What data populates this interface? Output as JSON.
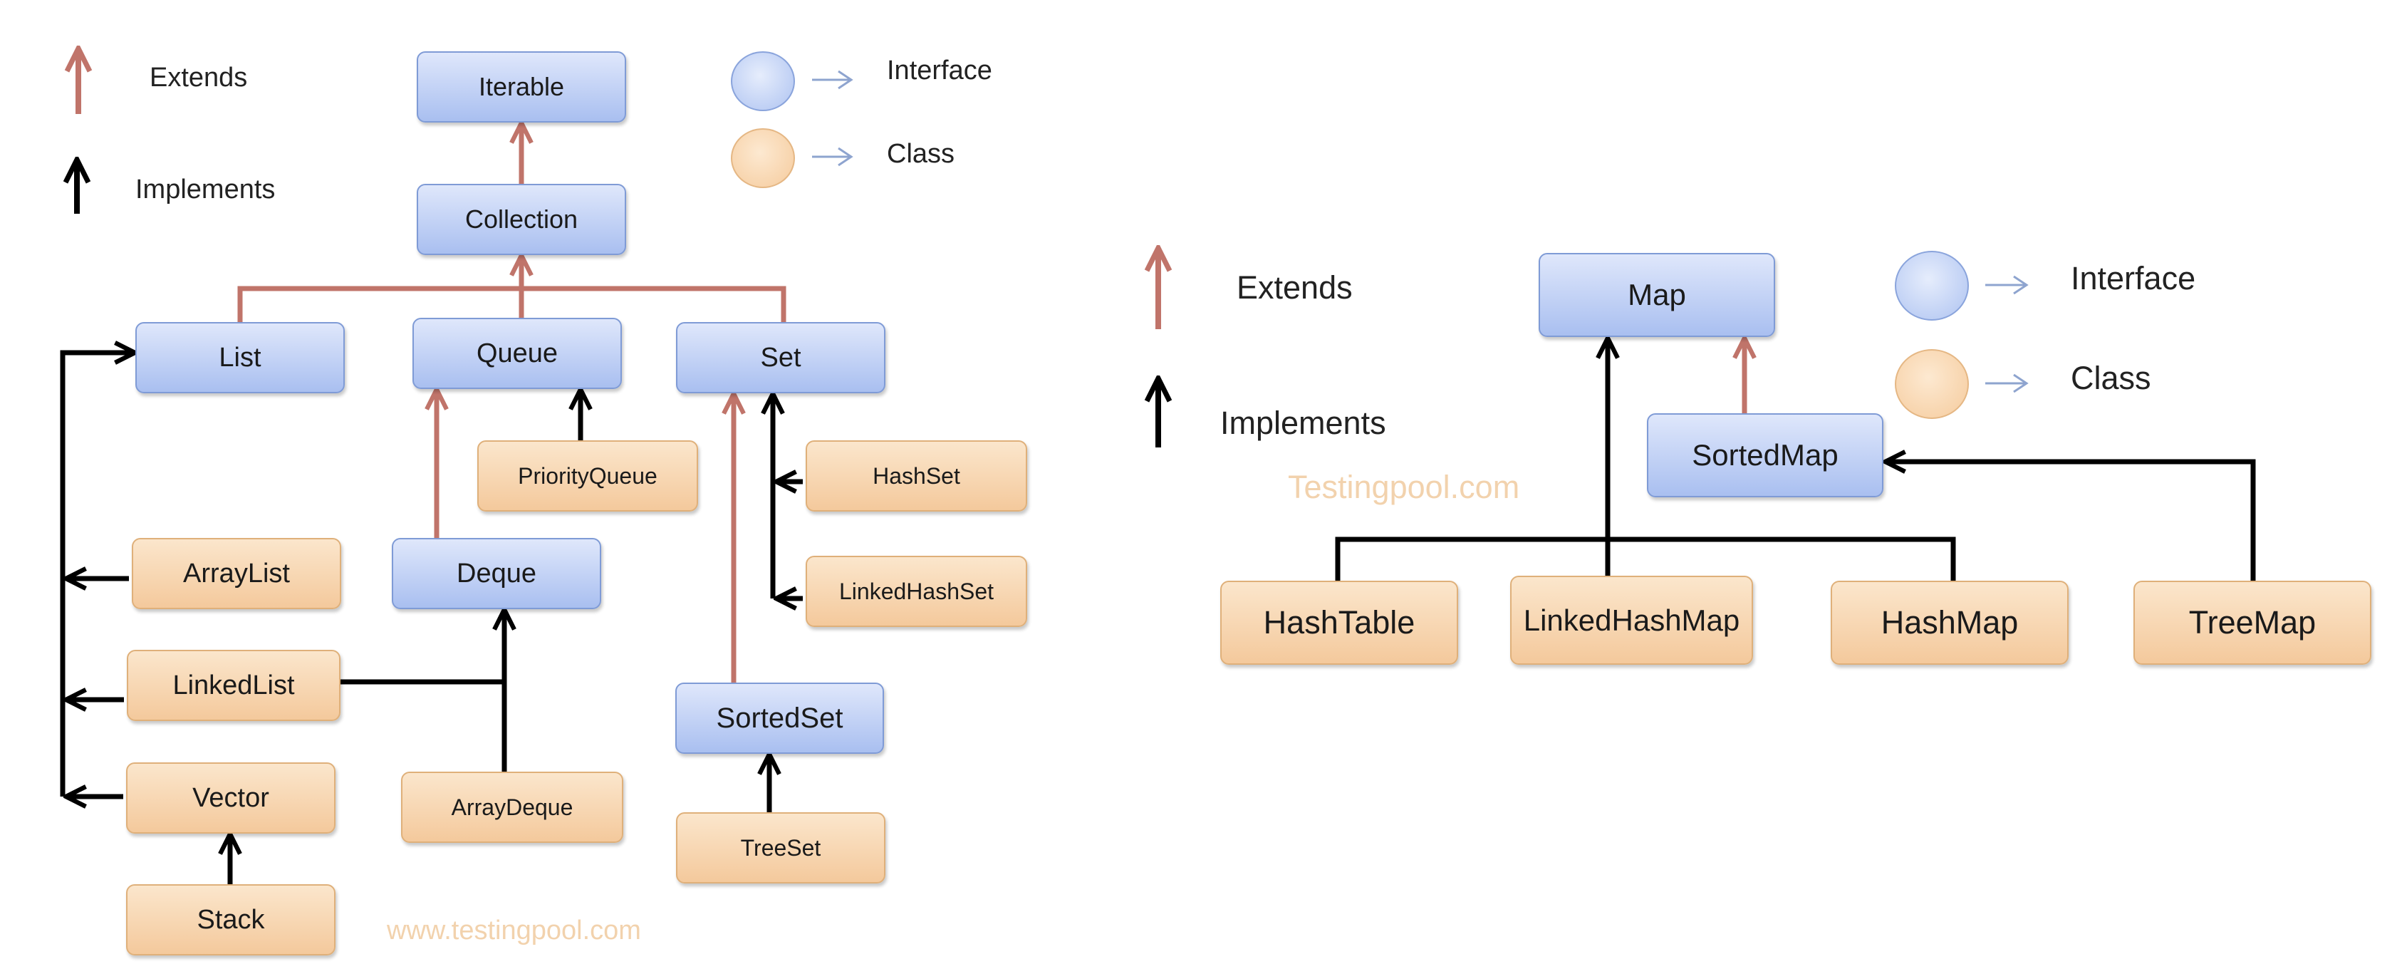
{
  "colors": {
    "extends": "#c0746a",
    "implements": "#000000",
    "interface_fill": "#b9cbf3",
    "class_fill": "#f7d3a9",
    "watermark": "#f2d2ad"
  },
  "collection_diagram": {
    "legend": {
      "extends": "Extends",
      "implements": "Implements",
      "interface": "Interface",
      "class": "Class"
    },
    "nodes": {
      "iterable": "Iterable",
      "collection": "Collection",
      "list": "List",
      "queue": "Queue",
      "set": "Set",
      "priorityqueue": "PriorityQueue",
      "hashset": "HashSet",
      "arraylist": "ArrayList",
      "deque": "Deque",
      "linkedhashset": "LinkedHashSet",
      "linkedlist": "LinkedList",
      "sortedset": "SortedSet",
      "vector": "Vector",
      "arraydeque": "ArrayDeque",
      "treeset": "TreeSet",
      "stack": "Stack"
    },
    "watermark": "www.testingpool.com"
  },
  "map_diagram": {
    "legend": {
      "extends": "Extends",
      "implements": "Implements",
      "interface": "Interface",
      "class": "Class"
    },
    "nodes": {
      "map": "Map",
      "sortedmap": "SortedMap",
      "hashtable": "HashTable",
      "linkedhashmap": "LinkedHashMap",
      "hashmap": "HashMap",
      "treemap": "TreeMap"
    },
    "watermark": "Testingpool.com"
  }
}
